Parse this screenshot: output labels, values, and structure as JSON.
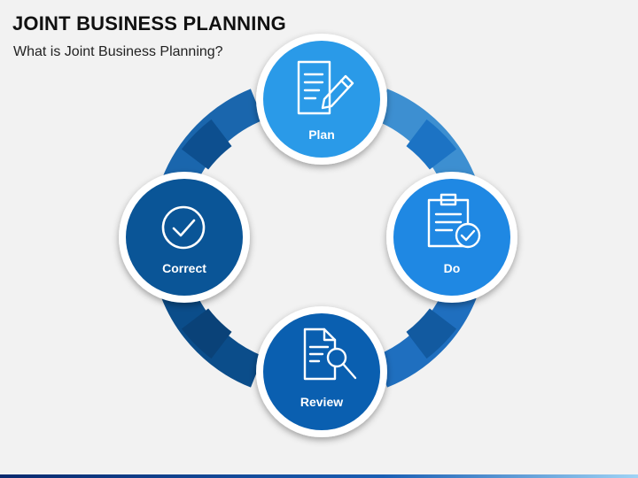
{
  "header": {
    "title": "JOINT BUSINESS PLANNING",
    "subtitle": "What is Joint Business Planning?"
  },
  "cycle": {
    "nodes": [
      {
        "label": "Plan",
        "icon": "document-pencil-icon",
        "color": "#2a9ae8"
      },
      {
        "label": "Do",
        "icon": "clipboard-check-icon",
        "color": "#1f88e3"
      },
      {
        "label": "Review",
        "icon": "document-search-icon",
        "color": "#0a5fb0"
      },
      {
        "label": "Correct",
        "icon": "checkmark-circle-icon",
        "color": "#0a5597"
      }
    ]
  },
  "colors": {
    "ring_light": "#3d8fd1",
    "ring_mid": "#1f6fbf",
    "ring_dark": "#0b4d8a",
    "node_border": "#ffffff"
  }
}
